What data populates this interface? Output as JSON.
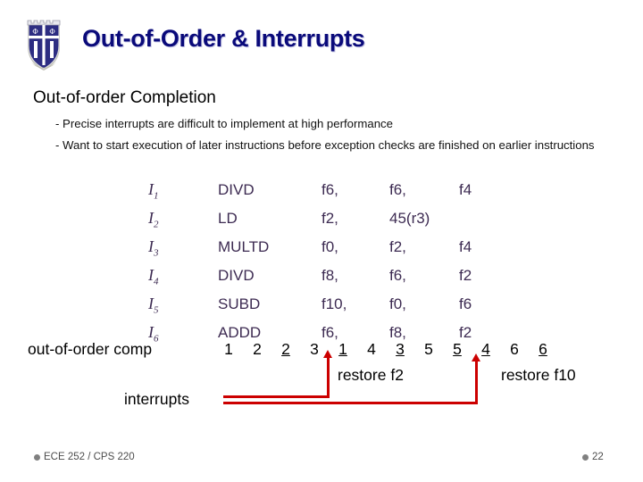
{
  "slide": {
    "title": "Out-of-Order & Interrupts",
    "title_color": "#0a0a7a",
    "logo_name": "duke-university-crest",
    "section_heading": "Out-of-order Completion",
    "bullets": [
      "- Precise interrupts are difficult to implement at high performance",
      "- Want to start execution of later instructions before exception checks are finished on earlier instructions"
    ]
  },
  "instruction_table": {
    "text_color": "#3d2b52",
    "columns": [
      "label",
      "opcode",
      "dest",
      "src1",
      "src2"
    ],
    "rows": [
      {
        "label": "I",
        "sub": "1",
        "opcode": "DIVD",
        "dest": "f6,",
        "src1": "f6,",
        "src2": "f4"
      },
      {
        "label": "I",
        "sub": "2",
        "opcode": "LD",
        "dest": "f2,",
        "src1": "45(r3)",
        "src2": ""
      },
      {
        "label": "I",
        "sub": "3",
        "opcode": "MULTD",
        "dest": "f0,",
        "src1": "f2,",
        "src2": "f4"
      },
      {
        "label": "I",
        "sub": "4",
        "opcode": "DIVD",
        "dest": "f8,",
        "src1": "f6,",
        "src2": "f2"
      },
      {
        "label": "I",
        "sub": "5",
        "opcode": "SUBD",
        "dest": "f10,",
        "src1": "f0,",
        "src2": "f6"
      },
      {
        "label": "I",
        "sub": "6",
        "opcode": "ADDD",
        "dest": "f6,",
        "src1": "f8,",
        "src2": "f2"
      }
    ]
  },
  "timeline": {
    "row_label": "out-of-order comp",
    "interrupts_label": "interrupts",
    "arrow_color": "#cc0000",
    "sequence": [
      {
        "value": "1",
        "underlined": false
      },
      {
        "value": "2",
        "underlined": false
      },
      {
        "value": "2",
        "underlined": true
      },
      {
        "value": "3",
        "underlined": false
      },
      {
        "value": "1",
        "underlined": true
      },
      {
        "value": "4",
        "underlined": false
      },
      {
        "value": "3",
        "underlined": true
      },
      {
        "value": "5",
        "underlined": false
      },
      {
        "value": "5",
        "underlined": true
      },
      {
        "value": "4",
        "underlined": true
      },
      {
        "value": "6",
        "underlined": false
      },
      {
        "value": "6",
        "underlined": true
      }
    ],
    "annotations": [
      {
        "text": "restore f2"
      },
      {
        "text": "restore f10"
      }
    ]
  },
  "footer": {
    "course": "ECE 252 / CPS 220",
    "page_number": "22",
    "dot_color": "#808080"
  }
}
